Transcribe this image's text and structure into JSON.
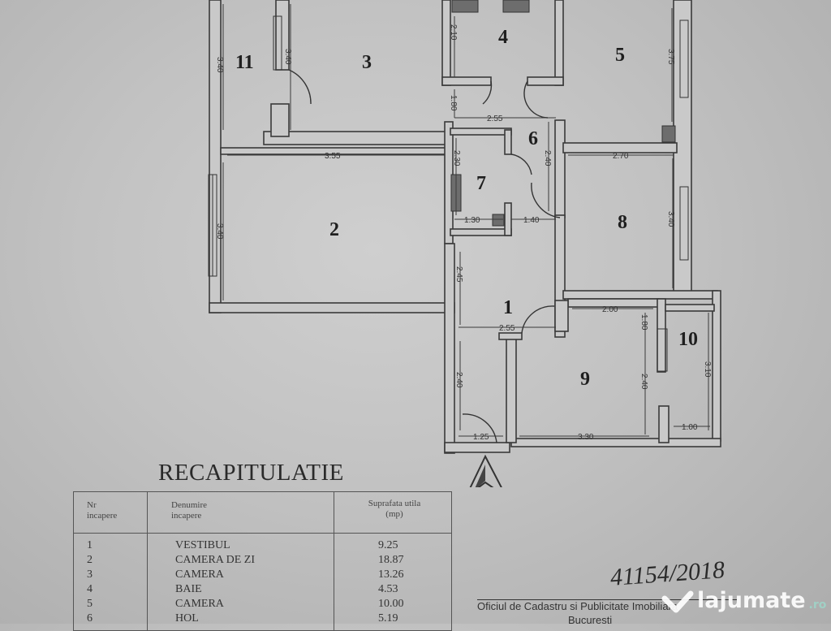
{
  "plan": {
    "rooms": [
      "1",
      "2",
      "3",
      "4",
      "5",
      "6",
      "7",
      "8",
      "9",
      "10",
      "11"
    ],
    "dimensions": {
      "r11_h": "3.40",
      "r3_h": "3.40",
      "r2_w": "3.55",
      "r2_h": "3.40",
      "r4_h": "2.10",
      "r4_door": "1.80",
      "r6_w": "2.55",
      "r5_h": "3.75",
      "r6_h": "2.40",
      "r8_w": "2.70",
      "r7_w": "1.30",
      "r7_h": "2.30",
      "r8_door": "1.40",
      "r8_h": "3.40",
      "r1_h": "2.45",
      "r1_w": "2.55",
      "r9_w": "2.00",
      "r9_top": "1.80",
      "r9_h": "2.40",
      "r10_h": "3.10",
      "r10_w": "1.00",
      "r9_bottom": "3.30",
      "entry_w": "1.25",
      "entry_h": "2.40"
    }
  },
  "recap": {
    "title": "RECAPITULATIE",
    "headers": {
      "nr": [
        "Nr",
        "incapere"
      ],
      "name": [
        "Denumire",
        "incapere"
      ],
      "area": [
        "Suprafata utila",
        "(mp)"
      ]
    },
    "rows": [
      {
        "nr": "1",
        "name": "VESTIBUL",
        "area": "9.25"
      },
      {
        "nr": "2",
        "name": "CAMERA DE ZI",
        "area": "18.87"
      },
      {
        "nr": "3",
        "name": "CAMERA",
        "area": "13.26"
      },
      {
        "nr": "4",
        "name": "BAIE",
        "area": "4.53"
      },
      {
        "nr": "5",
        "name": "CAMERA",
        "area": "10.00"
      },
      {
        "nr": "6",
        "name": "HOL",
        "area": "5.19"
      }
    ]
  },
  "stamp": {
    "handwritten": "41154/2018",
    "office": "Oficiul de Cadastru si Publicitate Imobiliara",
    "city": "Bucuresti"
  },
  "watermark": {
    "brand": "lajumate",
    "tld": ".ro",
    "color": "#ffffff"
  }
}
